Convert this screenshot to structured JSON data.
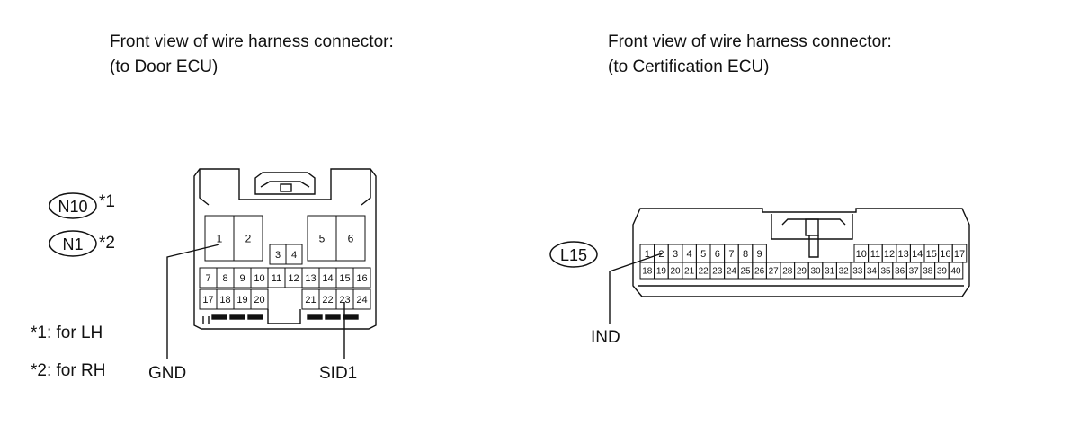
{
  "left_connector": {
    "title_line1": "Front view of wire harness connector:",
    "title_line2": "(to Door ECU)",
    "code_a": "N10",
    "code_a_note": "*1",
    "code_b": "N1",
    "code_b_note": "*2",
    "pins_top_big": [
      "1",
      "2",
      "5",
      "6"
    ],
    "pins_top_small": [
      "3",
      "4"
    ],
    "pins_row2": [
      "7",
      "8",
      "9",
      "10",
      "11",
      "12",
      "13",
      "14",
      "15",
      "16"
    ],
    "pins_row3_left": [
      "17",
      "18",
      "19",
      "20"
    ],
    "pins_row3_right": [
      "21",
      "22",
      "23",
      "24"
    ],
    "label_gnd": "GND",
    "label_sid1": "SID1"
  },
  "footnotes": {
    "note1": "*1: for LH",
    "note2": "*2: for RH"
  },
  "right_connector": {
    "title_line1": "Front view of wire harness connector:",
    "title_line2": "(to Certification ECU)",
    "code": "L15",
    "pins_top_left": [
      "1",
      "2",
      "3",
      "4",
      "5",
      "6",
      "7",
      "8",
      "9"
    ],
    "pins_top_right": [
      "10",
      "11",
      "12",
      "13",
      "14",
      "15",
      "16",
      "17"
    ],
    "pins_bottom": [
      "18",
      "19",
      "20",
      "21",
      "22",
      "23",
      "24",
      "25",
      "26",
      "27",
      "28",
      "29",
      "30",
      "31",
      "32",
      "33",
      "34",
      "35",
      "36",
      "37",
      "38",
      "39",
      "40"
    ],
    "label_ind": "IND"
  }
}
